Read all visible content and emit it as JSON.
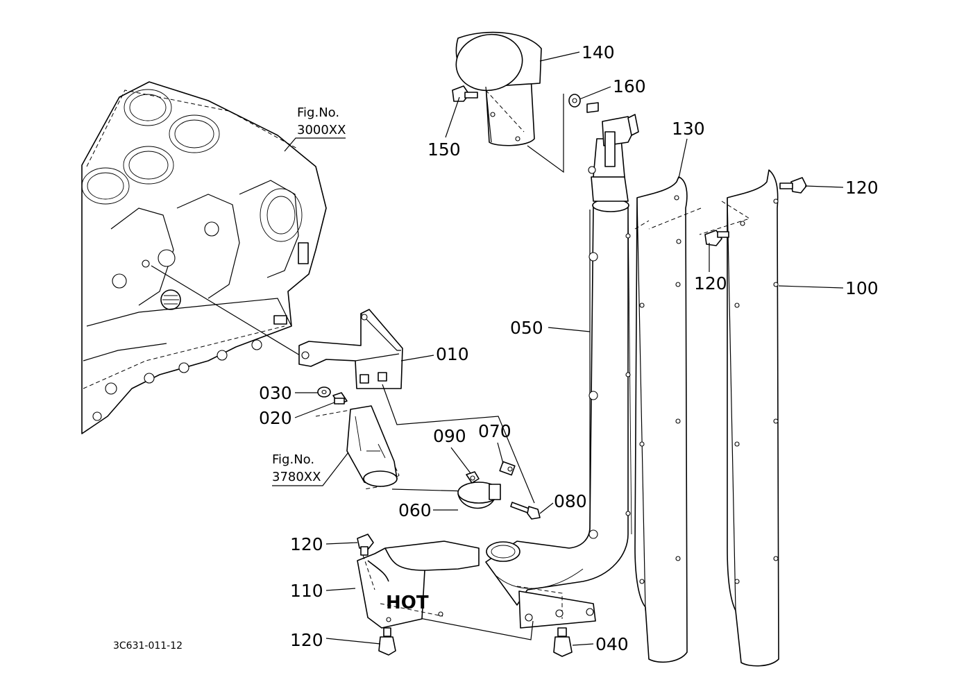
{
  "drawing": {
    "code": "3C631-011-12",
    "figure_refs": [
      {
        "prefix": "Fig.No.",
        "number": "3000XX"
      },
      {
        "prefix": "Fig.No.",
        "number": "3780XX"
      }
    ],
    "callouts": [
      "140",
      "160",
      "150",
      "130",
      "120",
      "120",
      "100",
      "050",
      "010",
      "030",
      "020",
      "090",
      "070",
      "080",
      "060",
      "120",
      "110",
      "120",
      "040"
    ],
    "hot_label": "HOT"
  }
}
